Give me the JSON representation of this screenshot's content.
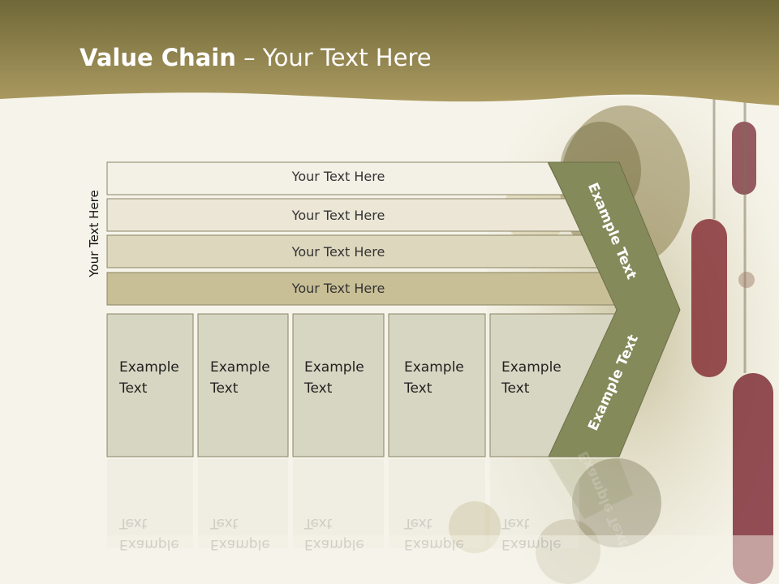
{
  "slide": {
    "title_bold": "Value Chain",
    "title_rest": " – Your Text Here",
    "side_label": "Your Text Here"
  },
  "rows": [
    {
      "label": "Your Text Here"
    },
    {
      "label": "Your Text Here"
    },
    {
      "label": "Your Text Here"
    },
    {
      "label": "Your Text Here"
    }
  ],
  "cells": [
    {
      "line1": "Example",
      "line2": "Text"
    },
    {
      "line1": "Example",
      "line2": "Text"
    },
    {
      "line1": "Example",
      "line2": "Text"
    },
    {
      "line1": "Example",
      "line2": "Text"
    },
    {
      "line1": "Example",
      "line2": "Text"
    }
  ],
  "chevron": {
    "upper_label": "Example Text",
    "lower_label": "Example Text"
  },
  "colors": {
    "header": "#8e7f45",
    "chevron": "#858a5b",
    "row_fills": [
      "#f3f0e6",
      "#ebe6d6",
      "#ddd7bd",
      "#c9bf96"
    ],
    "cell_fill": "#d7d6c2"
  }
}
